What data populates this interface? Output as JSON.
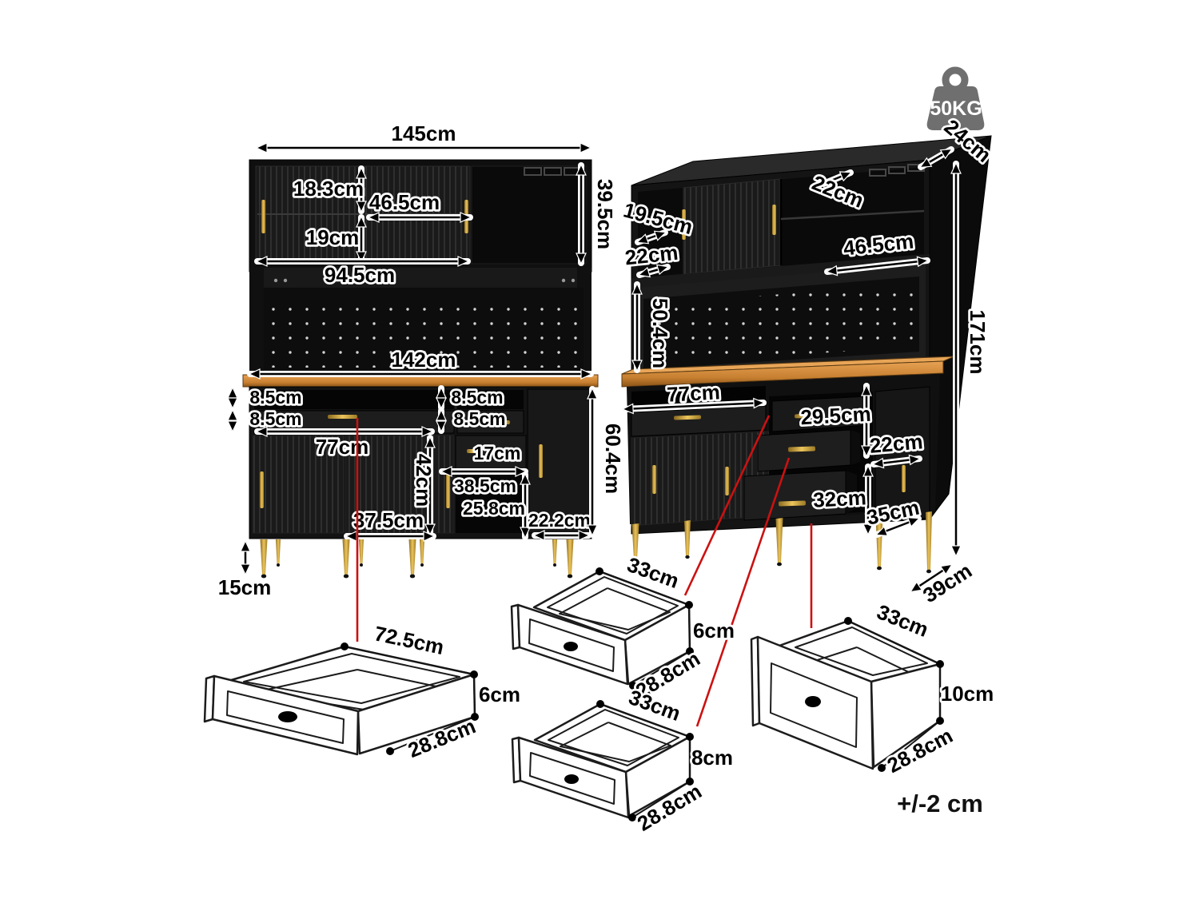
{
  "tolerance_note": "+/-2 cm",
  "weight_capacity": "50KG",
  "front": {
    "total_width": "145cm",
    "hutch_height": "39.5cm",
    "hutch_left_top": "18.3cm",
    "hutch_mid_width": "46.5cm",
    "hutch_left_bottom": "19cm",
    "hutch_inner_width": "94.5cm",
    "counter_width": "142cm",
    "slot_left": "8.5cm",
    "drawer_left": "8.5cm",
    "slot_right": "8.5cm",
    "drawer_right": "8.5cm",
    "cabinet_span": "77cm",
    "door_height": "42cm",
    "door_width": "37.5cm",
    "small_drawer": "17cm",
    "open_width": "38.5cm",
    "open_height": "25.8cm",
    "right_door": "22.2cm",
    "base_height": "60.4cm",
    "leg_height": "15cm"
  },
  "side": {
    "top_depth": "24cm",
    "shelf_depth_top": "22cm",
    "glass_width": "19.5cm",
    "shelf_depth": "22cm",
    "shelf_width": "46.5cm",
    "pegboard_height": "50.4cm",
    "total_height": "171cm",
    "drawer_width": "77cm",
    "top_drawer": "29.5cm",
    "side_door": "22cm",
    "bottom_drawer": "32cm",
    "end_width": "35cm",
    "base_depth": "39cm"
  },
  "drawers": {
    "large": {
      "width": "72.5cm",
      "height": "6cm",
      "depth": "28.8cm"
    },
    "mid_top": {
      "width": "33cm",
      "height": "6cm",
      "depth": "28.8cm"
    },
    "mid_bottom": {
      "width": "33cm",
      "height": "8cm",
      "depth": "28.8cm"
    },
    "right": {
      "width": "33cm",
      "height": "10cm",
      "depth": "28.8cm"
    }
  },
  "colors": {
    "cabinet_black": "#131313",
    "accent_gold": "#d4af37",
    "wood": "#cf8a3a",
    "red_line": "#cc1111",
    "icon_gray": "#6f6f6f"
  }
}
